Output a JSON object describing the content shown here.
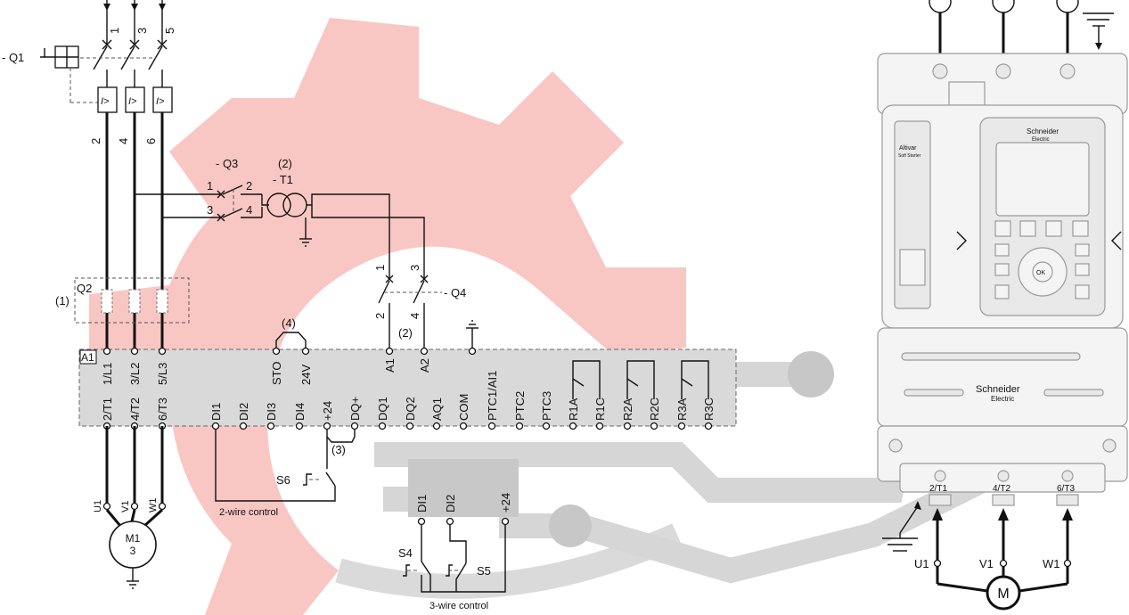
{
  "power": {
    "line_labels": [
      "1",
      "3",
      "5"
    ],
    "load_labels": [
      "2",
      "4",
      "6"
    ],
    "breaker_tag": "- Q1",
    "breaker_trip": "I>",
    "fuse_tag": "Q2",
    "fuse_note": "(1)"
  },
  "transformer": {
    "switch_tag": "- Q3",
    "tag": "- T1",
    "note": "(2)",
    "terminals": [
      "1",
      "2",
      "3",
      "4"
    ]
  },
  "q4": {
    "tag": "- Q4",
    "terminals": [
      "1",
      "3",
      "2",
      "4"
    ]
  },
  "starter": {
    "tag": "A1",
    "top_terminals": [
      "1/L1",
      "3/L2",
      "5/L3",
      "STO",
      "24V",
      "A1",
      "A2"
    ],
    "sto_note": "(4)",
    "a_note": "(2)",
    "bottom_terminals": [
      "2/T1",
      "4/T2",
      "6/T3",
      "DI1",
      "DI2",
      "DI3",
      "DI4",
      "+24",
      "DQ+",
      "DQ1",
      "DQ2",
      "AQ1",
      "COM",
      "PTC1/AI1",
      "PTC2",
      "PTC3",
      "R1A",
      "R1C",
      "R2A",
      "R2C",
      "R3A",
      "R3C"
    ]
  },
  "motor": {
    "phases": [
      "U1",
      "V1",
      "W1"
    ],
    "tag": "M1",
    "phase_count": "3"
  },
  "two_wire": {
    "switch_tag": "S6",
    "note": "(3)",
    "caption": "2-wire control"
  },
  "three_wire": {
    "terminals": [
      "DI1",
      "DI2",
      "+24"
    ],
    "stop_tag": "S4",
    "start_tag": "S5",
    "caption": "3-wire control"
  },
  "device": {
    "brand_top": "Schneider",
    "brand_top_sub": "Electric",
    "brand_panel": "Schneider",
    "brand_panel_sub": "Electric",
    "side_label": "Altivar",
    "side_sub": "Soft Starter",
    "bottom_terminals": [
      "2/T1",
      "4/T2",
      "6/T3"
    ],
    "phases": [
      "U1",
      "V1",
      "W1"
    ],
    "motor": "M",
    "ok_key": "OK"
  },
  "colors": {
    "watermark_red": "#e8412c",
    "watermark_gray": "#9e9e9e",
    "terminal_strip": "#d9d9d9"
  }
}
